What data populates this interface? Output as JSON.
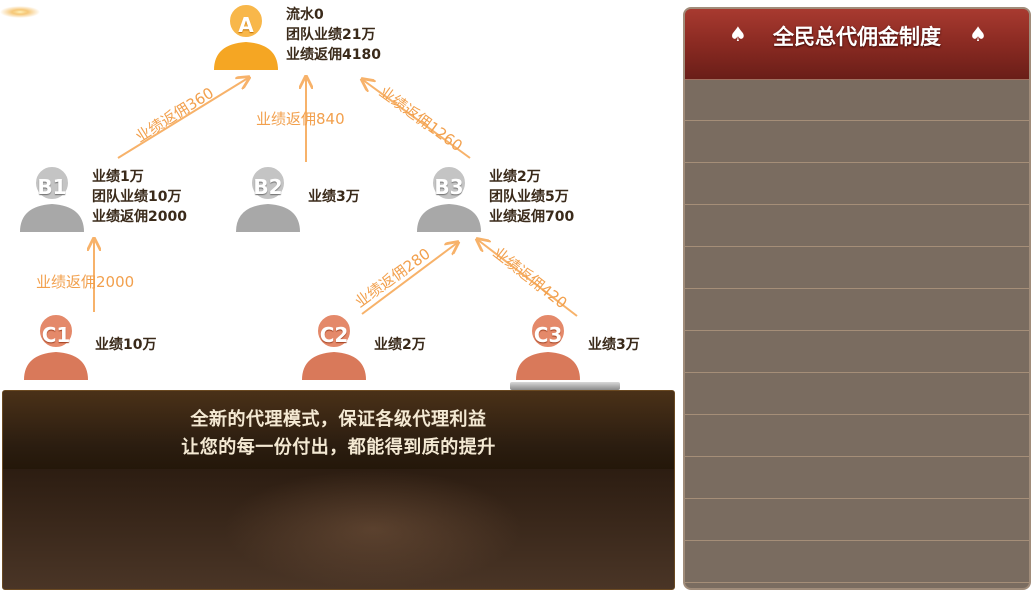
{
  "nodes": {
    "A": {
      "letter": "A",
      "color": "gold",
      "lines": [
        "流水0",
        "团队业绩21万",
        "业绩返佣4180"
      ]
    },
    "B1": {
      "letter": "B1",
      "color": "gray",
      "lines": [
        "业绩1万",
        "团队业绩10万",
        "业绩返佣2000"
      ]
    },
    "B2": {
      "letter": "B2",
      "color": "gray",
      "lines": [
        "业绩3万"
      ]
    },
    "B3": {
      "letter": "B3",
      "color": "gray",
      "lines": [
        "业绩2万",
        "团队业绩5万",
        "业绩返佣700"
      ]
    },
    "C1": {
      "letter": "C1",
      "color": "orange",
      "lines": [
        "业绩10万"
      ]
    },
    "C2": {
      "letter": "C2",
      "color": "orange",
      "lines": [
        "业绩2万"
      ]
    },
    "C3": {
      "letter": "C3",
      "color": "orange",
      "lines": [
        "业绩3万"
      ]
    }
  },
  "edges": {
    "b1_a": "业绩返佣360",
    "b2_a": "业绩返佣840",
    "b3_a": "业绩返佣1260",
    "c1_b1": "业绩返佣2000",
    "c2_b3": "业绩返佣280",
    "c3_b3": "业绩返佣420"
  },
  "banner": {
    "line1": "全新的代理模式，保证各级代理利益",
    "line2": "让您的每一份付出，都能得到质的提升"
  },
  "panel": {
    "title": "全民总代佣金制度",
    "spade_icon": "♠"
  },
  "colors": {
    "gold": "#f5a623",
    "gray": "#a8a8a8",
    "orange": "#d9795a",
    "edge": "#f7b26a",
    "panel_header": "#8a2a22",
    "panel_body": "#7a6c60"
  }
}
